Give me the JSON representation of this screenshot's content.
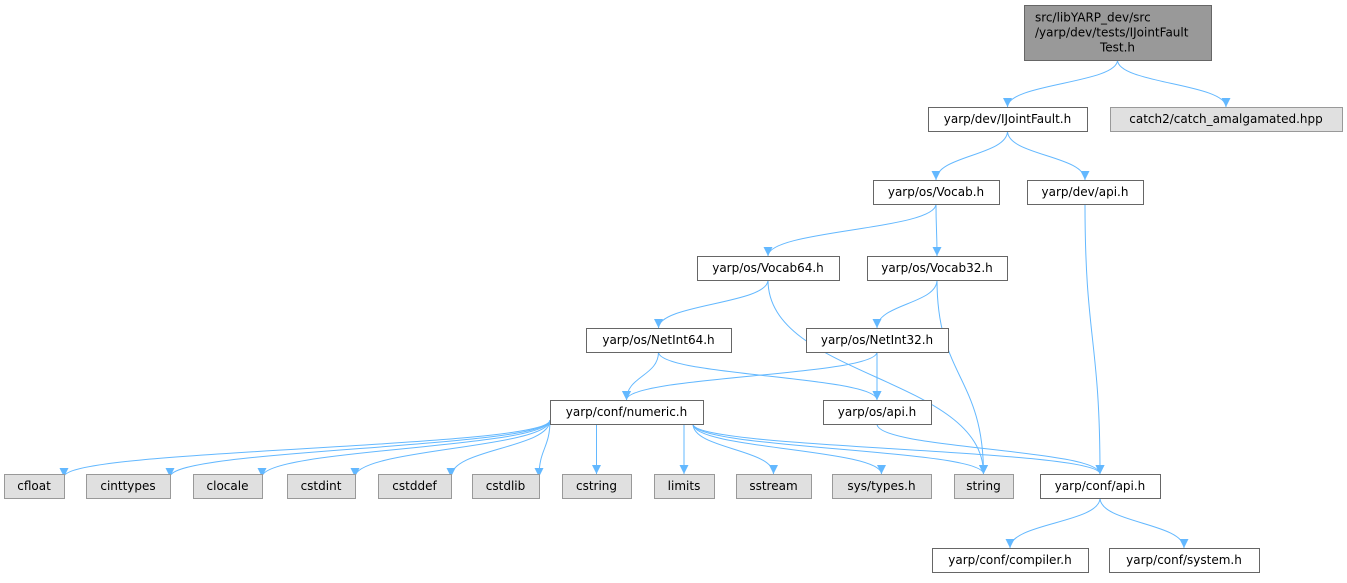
{
  "graph": {
    "edge_color": "#63b8ff",
    "nodes": [
      {
        "id": "root",
        "label_lines": [
          "src/libYARP_dev/src",
          "/yarp/dev/tests/IJointFault",
          "Test.h"
        ],
        "style": "current"
      },
      {
        "id": "ijointfault",
        "label_lines": [
          "yarp/dev/IJointFault.h"
        ],
        "style": "doc"
      },
      {
        "id": "catch2",
        "label_lines": [
          "catch2/catch_amalgamated.hpp"
        ],
        "style": "external"
      },
      {
        "id": "vocab",
        "label_lines": [
          "yarp/os/Vocab.h"
        ],
        "style": "doc"
      },
      {
        "id": "devapi",
        "label_lines": [
          "yarp/dev/api.h"
        ],
        "style": "doc"
      },
      {
        "id": "vocab64",
        "label_lines": [
          "yarp/os/Vocab64.h"
        ],
        "style": "doc"
      },
      {
        "id": "vocab32",
        "label_lines": [
          "yarp/os/Vocab32.h"
        ],
        "style": "doc"
      },
      {
        "id": "netint64",
        "label_lines": [
          "yarp/os/NetInt64.h"
        ],
        "style": "doc"
      },
      {
        "id": "netint32",
        "label_lines": [
          "yarp/os/NetInt32.h"
        ],
        "style": "doc"
      },
      {
        "id": "numeric",
        "label_lines": [
          "yarp/conf/numeric.h"
        ],
        "style": "doc"
      },
      {
        "id": "osapi",
        "label_lines": [
          "yarp/os/api.h"
        ],
        "style": "doc"
      },
      {
        "id": "cfloat",
        "label_lines": [
          "cfloat"
        ],
        "style": "external"
      },
      {
        "id": "cinttypes",
        "label_lines": [
          "cinttypes"
        ],
        "style": "external"
      },
      {
        "id": "clocale",
        "label_lines": [
          "clocale"
        ],
        "style": "external"
      },
      {
        "id": "cstdint",
        "label_lines": [
          "cstdint"
        ],
        "style": "external"
      },
      {
        "id": "cstddef",
        "label_lines": [
          "cstddef"
        ],
        "style": "external"
      },
      {
        "id": "cstdlib",
        "label_lines": [
          "cstdlib"
        ],
        "style": "external"
      },
      {
        "id": "cstring",
        "label_lines": [
          "cstring"
        ],
        "style": "external"
      },
      {
        "id": "limits",
        "label_lines": [
          "limits"
        ],
        "style": "external"
      },
      {
        "id": "sstream",
        "label_lines": [
          "sstream"
        ],
        "style": "external"
      },
      {
        "id": "systypes",
        "label_lines": [
          "sys/types.h"
        ],
        "style": "external"
      },
      {
        "id": "string",
        "label_lines": [
          "string"
        ],
        "style": "external"
      },
      {
        "id": "confapi",
        "label_lines": [
          "yarp/conf/api.h"
        ],
        "style": "doc"
      },
      {
        "id": "compiler",
        "label_lines": [
          "yarp/conf/compiler.h"
        ],
        "style": "doc"
      },
      {
        "id": "system",
        "label_lines": [
          "yarp/conf/system.h"
        ],
        "style": "doc"
      }
    ],
    "edges": [
      [
        "root",
        "ijointfault"
      ],
      [
        "root",
        "catch2"
      ],
      [
        "ijointfault",
        "vocab"
      ],
      [
        "ijointfault",
        "devapi"
      ],
      [
        "vocab",
        "vocab64"
      ],
      [
        "vocab",
        "vocab32"
      ],
      [
        "devapi",
        "confapi"
      ],
      [
        "vocab64",
        "netint64"
      ],
      [
        "vocab64",
        "string"
      ],
      [
        "vocab32",
        "netint32"
      ],
      [
        "vocab32",
        "string"
      ],
      [
        "netint64",
        "numeric"
      ],
      [
        "netint64",
        "osapi"
      ],
      [
        "netint32",
        "numeric"
      ],
      [
        "netint32",
        "osapi"
      ],
      [
        "numeric",
        "cfloat"
      ],
      [
        "numeric",
        "cinttypes"
      ],
      [
        "numeric",
        "clocale"
      ],
      [
        "numeric",
        "cstdint"
      ],
      [
        "numeric",
        "cstddef"
      ],
      [
        "numeric",
        "cstdlib"
      ],
      [
        "numeric",
        "cstring"
      ],
      [
        "numeric",
        "limits"
      ],
      [
        "numeric",
        "sstream"
      ],
      [
        "numeric",
        "systypes"
      ],
      [
        "numeric",
        "string"
      ],
      [
        "numeric",
        "confapi"
      ],
      [
        "osapi",
        "confapi"
      ],
      [
        "confapi",
        "compiler"
      ],
      [
        "confapi",
        "system"
      ]
    ],
    "styles": {
      "current": {
        "fill": "#999999",
        "stroke": "#666666"
      },
      "doc": {
        "fill": "#ffffff",
        "stroke": "#666666"
      },
      "external": {
        "fill": "#e0e0e0",
        "stroke": "#999999"
      }
    }
  }
}
